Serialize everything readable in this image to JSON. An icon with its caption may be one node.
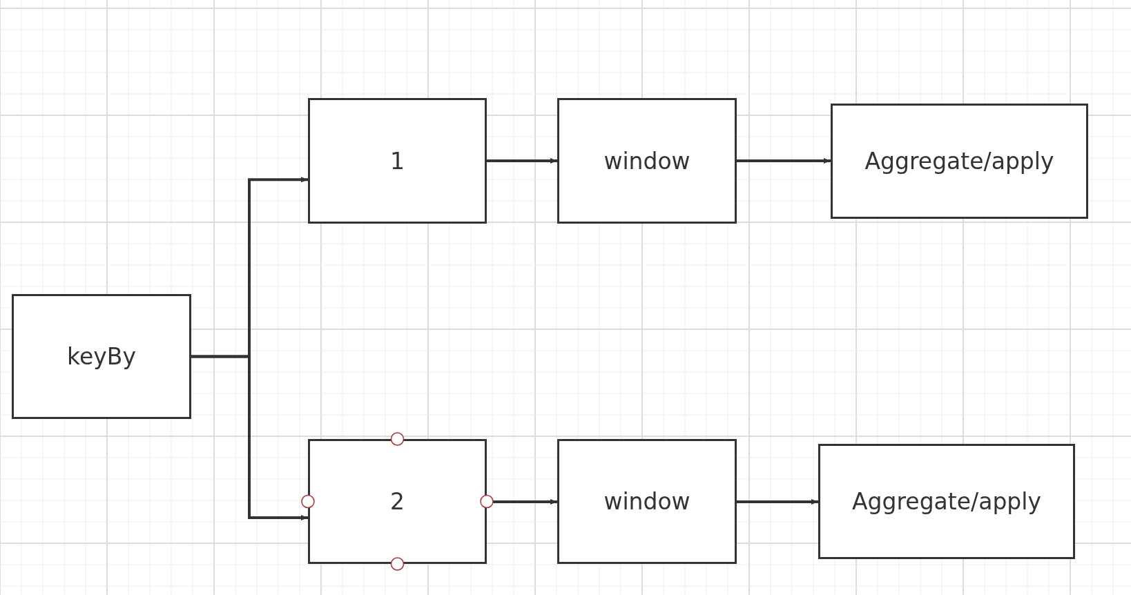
{
  "diagram": {
    "nodes": [
      {
        "text": [
          "keyBy"
        ]
      },
      {
        "text": [
          "1"
        ]
      },
      {
        "text": [
          "window"
        ]
      },
      {
        "text": [
          "Aggregate/apply"
        ]
      },
      {
        "text": [
          "2"
        ]
      },
      {
        "text": [
          "window"
        ]
      },
      {
        "text": [
          "Aggregate/apply"
        ]
      }
    ],
    "edges": [
      {
        "from": 0,
        "to": 1,
        "arrow": "to"
      },
      {
        "from": 0,
        "to": 4,
        "arrow": "to"
      },
      {
        "from": 1,
        "to": 2,
        "arrow": "to"
      },
      {
        "from": 2,
        "to": 3,
        "arrow": "to"
      },
      {
        "from": 4,
        "to": 5,
        "arrow": "to"
      },
      {
        "from": 5,
        "to": 6,
        "arrow": "to"
      }
    ]
  }
}
